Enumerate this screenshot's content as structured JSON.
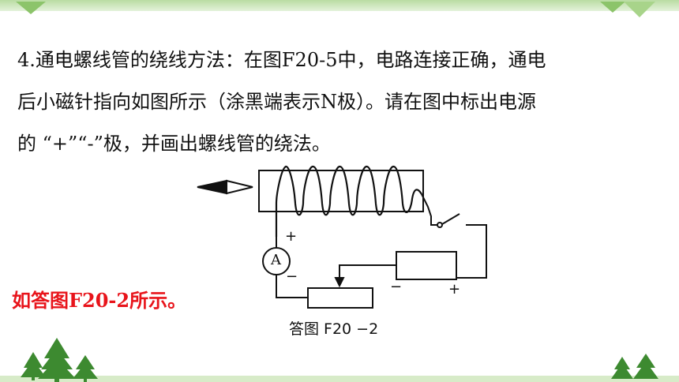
{
  "question": {
    "line1": "4.通电螺线管的绕线方法：在图F20-5中，电路连接正确，通电",
    "line2": "后小磁针指向如图所示（涂黑端表示N极）。请在图中标出电源",
    "line3": "的 “+”“-”极，并画出螺线管的绕法。"
  },
  "diagram": {
    "ammeter_label": "A",
    "ammeter_plus": "+",
    "ammeter_minus": "−",
    "source_minus": "−",
    "source_plus": "+",
    "caption": "答图 F20 −2"
  },
  "answer": "如答图F20-2所示。",
  "colors": {
    "answer": "#e8141b",
    "tree": "#3d8a30",
    "band": "#b9dca2"
  },
  "decorations": {
    "tree_icon": "pine-tree-icon",
    "triangle_icon": "green-triangle-icon"
  }
}
